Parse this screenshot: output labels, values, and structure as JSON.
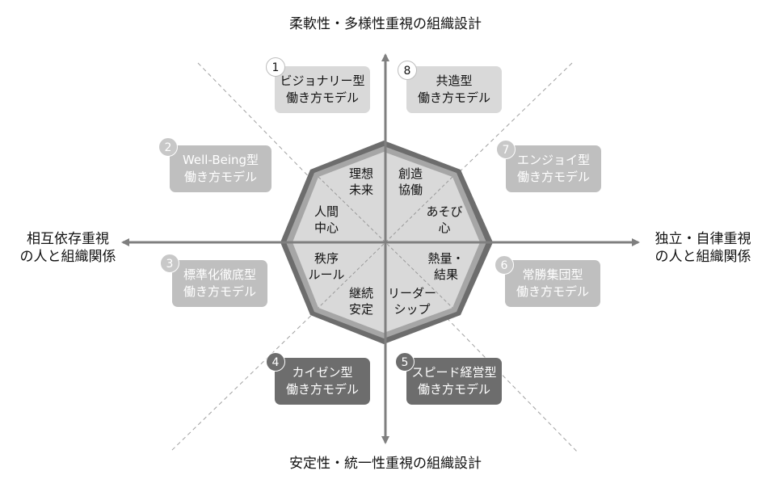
{
  "axes": {
    "top": "柔軟性・多様性重視の組織設計",
    "bottom": "安定性・統一性重視の組織設計",
    "left_line1": "相互依存重視",
    "left_line2": "の人と組織関係",
    "right_line1": "独立・自律重視",
    "right_line2": "の人と組織関係"
  },
  "sectors": [
    {
      "line1": "理想",
      "line2": "未来"
    },
    {
      "line1": "創造",
      "line2": "協働"
    },
    {
      "line1": "あそび",
      "line2": "心"
    },
    {
      "line1": "熱量・",
      "line2": "結果"
    },
    {
      "line1": "リーダー",
      "line2": "シップ"
    },
    {
      "line1": "継続",
      "line2": "安定"
    },
    {
      "line1": "秩序",
      "line2": "ルール"
    },
    {
      "line1": "人間",
      "line2": "中心"
    }
  ],
  "models": [
    {
      "number": "1",
      "line1": "ビジョナリー型",
      "line2": "働き方モデル",
      "shade": "light"
    },
    {
      "number": "2",
      "line1": "Well-Being型",
      "line2": "働き方モデル",
      "shade": "mid"
    },
    {
      "number": "3",
      "line1": "標準化徹底型",
      "line2": "働き方モデル",
      "shade": "mid"
    },
    {
      "number": "4",
      "line1": "カイゼン型",
      "line2": "働き方モデル",
      "shade": "dark"
    },
    {
      "number": "5",
      "line1": "スピード経営型",
      "line2": "働き方モデル",
      "shade": "dark"
    },
    {
      "number": "6",
      "line1": "常勝集団型",
      "line2": "働き方モデル",
      "shade": "mid"
    },
    {
      "number": "7",
      "line1": "エンジョイ型",
      "line2": "働き方モデル",
      "shade": "mid"
    },
    {
      "number": "8",
      "line1": "共造型",
      "line2": "働き方モデル",
      "shade": "light"
    }
  ],
  "colors": {
    "axis": "#7f7f7f",
    "octagon_outer": "#6d6d6d",
    "octagon_ring": "#a6a6a6",
    "octagon_fill": "#d9d9d9",
    "light_box": "#d9d9d9",
    "mid_box": "#bfbfbf",
    "dark_box": "#6d6d6d"
  }
}
